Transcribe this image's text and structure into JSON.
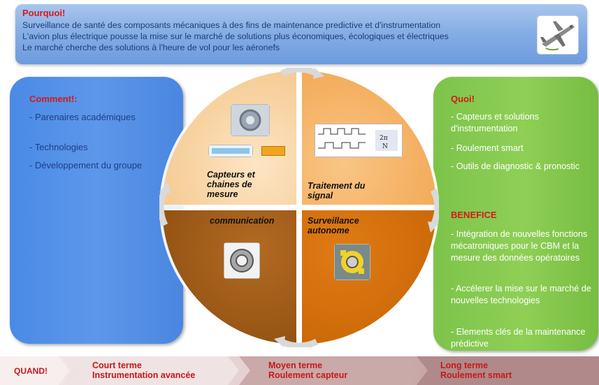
{
  "banner": {
    "title": "Pourquoi!",
    "lines": [
      "Surveillance de santé des composants mécaniques à des fins de maintenance predictive et d'instrumentation",
      "L'avion plus électrique pousse la mise sur le marché de solutions plus économiques, écologiques et électriques",
      "Le marché cherche des solutions à l'heure de vol pour les aéronefs"
    ],
    "icon": "airplane-icon"
  },
  "left": {
    "heading": "Comment!:",
    "items": [
      "-   Parenaires académiques",
      "-   Technologies",
      "-   Développement du groupe"
    ]
  },
  "right": {
    "heading1": "Quoi!",
    "items1": [
      "- Capteurs et solutions d'instrumentation",
      "- Roulement smart",
      "- Outils de diagnostic & pronostic"
    ],
    "heading2": "BENEFICE",
    "items2": [
      "- Intégration de nouvelles fonctions mécatroniques pour le CBM et la mesure des données opératoires",
      "- Accélerer la mise sur le marché de nouvelles technologies",
      "- Elements clés de la maintenance prédictive"
    ]
  },
  "circle": {
    "q1": "Capteurs et chaines de mesure",
    "q2": "Traitement du signal",
    "q3": "communication",
    "q4": "Surveillance autonome",
    "colors": {
      "q1": "#f7cf98",
      "q2": "#f5b062",
      "q3": "#a45e16",
      "q4": "#d56f0c"
    }
  },
  "timeline": {
    "label": "QUAND!",
    "steps": [
      {
        "term": "Court terme",
        "desc": "Instrumentation avancée"
      },
      {
        "term": "Moyen terme",
        "desc": "Roulement capteur"
      },
      {
        "term": "Long terme",
        "desc": "Roulement smart"
      }
    ]
  }
}
